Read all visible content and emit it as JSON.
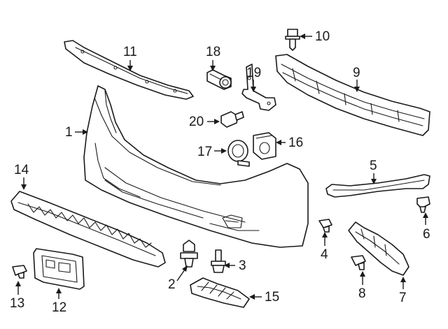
{
  "diagram": {
    "callouts": [
      {
        "id": "1",
        "label": "1"
      },
      {
        "id": "2",
        "label": "2"
      },
      {
        "id": "3",
        "label": "3"
      },
      {
        "id": "4",
        "label": "4"
      },
      {
        "id": "5",
        "label": "5"
      },
      {
        "id": "6",
        "label": "6"
      },
      {
        "id": "7",
        "label": "7"
      },
      {
        "id": "8",
        "label": "8"
      },
      {
        "id": "9",
        "label": "9"
      },
      {
        "id": "10",
        "label": "10"
      },
      {
        "id": "11",
        "label": "11"
      },
      {
        "id": "12",
        "label": "12"
      },
      {
        "id": "13",
        "label": "13"
      },
      {
        "id": "14",
        "label": "14"
      },
      {
        "id": "15",
        "label": "15"
      },
      {
        "id": "16",
        "label": "16"
      },
      {
        "id": "17",
        "label": "17"
      },
      {
        "id": "18",
        "label": "18"
      },
      {
        "id": "19",
        "label": "19"
      },
      {
        "id": "20",
        "label": "20"
      }
    ],
    "colors": {
      "line": "#1a1a1a",
      "background": "#ffffff"
    }
  }
}
